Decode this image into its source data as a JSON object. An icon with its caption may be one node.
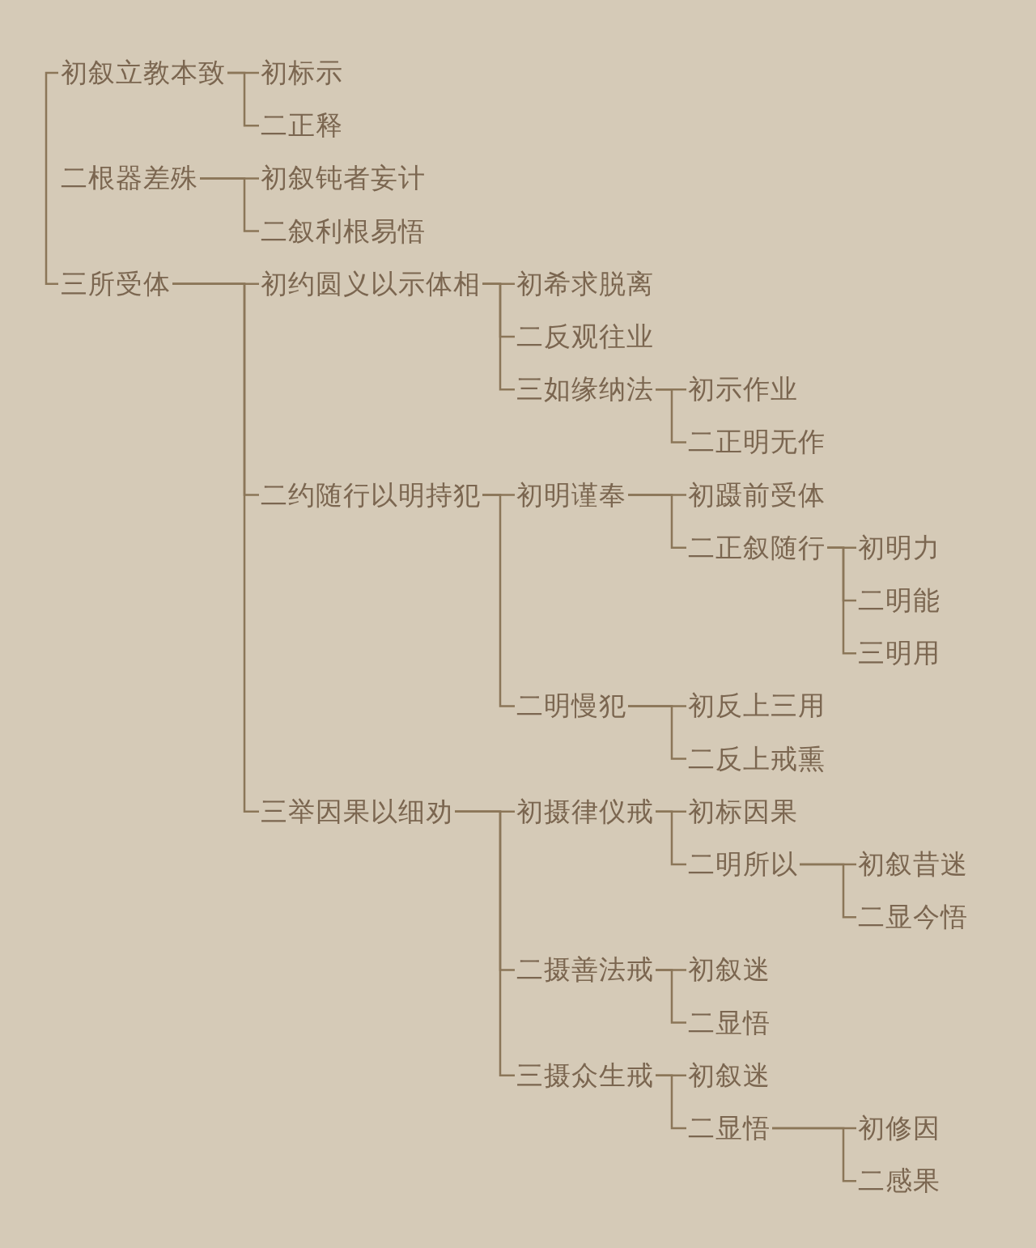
{
  "diagram": {
    "nodes": [
      {
        "text": [
          "初叙立教本致"
        ]
      },
      {
        "text": [
          "初标示"
        ]
      },
      {
        "text": [
          "二正释"
        ]
      },
      {
        "text": [
          "二根器差殊"
        ]
      },
      {
        "text": [
          "初叙钝者妄计"
        ]
      },
      {
        "text": [
          "二叙利根易悟"
        ]
      },
      {
        "text": [
          "三所受体"
        ]
      },
      {
        "text": [
          "初约圆义以示体相"
        ]
      },
      {
        "text": [
          "初希求脱离"
        ]
      },
      {
        "text": [
          "二反观往业"
        ]
      },
      {
        "text": [
          "三如缘纳法"
        ]
      },
      {
        "text": [
          "初示作业"
        ]
      },
      {
        "text": [
          "二正明无作"
        ]
      },
      {
        "text": [
          "二约随行以明持犯"
        ]
      },
      {
        "text": [
          "初明谨奉"
        ]
      },
      {
        "text": [
          "初蹑前受体"
        ]
      },
      {
        "text": [
          "二正叙随行"
        ]
      },
      {
        "text": [
          "初明力"
        ]
      },
      {
        "text": [
          "二明能"
        ]
      },
      {
        "text": [
          "三明用"
        ]
      },
      {
        "text": [
          "二明慢犯"
        ]
      },
      {
        "text": [
          "初反上三用"
        ]
      },
      {
        "text": [
          "二反上戒熏"
        ]
      },
      {
        "text": [
          "三举因果以细劝"
        ]
      },
      {
        "text": [
          "初摄律仪戒"
        ]
      },
      {
        "text": [
          "初标因果"
        ]
      },
      {
        "text": [
          "二明所以"
        ]
      },
      {
        "text": [
          "初叙昔迷"
        ]
      },
      {
        "text": [
          "二显今悟"
        ]
      },
      {
        "text": [
          "二摄善法戒"
        ]
      },
      {
        "text": [
          "初叙迷"
        ]
      },
      {
        "text": [
          "二显悟"
        ]
      },
      {
        "text": [
          "三摄众生戒"
        ]
      },
      {
        "text": [
          "初叙迷"
        ]
      },
      {
        "text": [
          "二显悟"
        ]
      },
      {
        "text": [
          "初修因"
        ]
      },
      {
        "text": [
          "二感果"
        ]
      }
    ],
    "edges": [
      {
        "from": 0,
        "to": 1,
        "arrow": "none"
      },
      {
        "from": 0,
        "to": 2,
        "arrow": "none"
      },
      {
        "from": 3,
        "to": 4,
        "arrow": "none"
      },
      {
        "from": 3,
        "to": 5,
        "arrow": "none"
      },
      {
        "from": 6,
        "to": 7,
        "arrow": "none"
      },
      {
        "from": 6,
        "to": 13,
        "arrow": "none"
      },
      {
        "from": 6,
        "to": 23,
        "arrow": "none"
      },
      {
        "from": 7,
        "to": 8,
        "arrow": "none"
      },
      {
        "from": 7,
        "to": 9,
        "arrow": "none"
      },
      {
        "from": 7,
        "to": 10,
        "arrow": "none"
      },
      {
        "from": 10,
        "to": 11,
        "arrow": "none"
      },
      {
        "from": 10,
        "to": 12,
        "arrow": "none"
      },
      {
        "from": 13,
        "to": 14,
        "arrow": "none"
      },
      {
        "from": 13,
        "to": 20,
        "arrow": "none"
      },
      {
        "from": 14,
        "to": 15,
        "arrow": "none"
      },
      {
        "from": 14,
        "to": 16,
        "arrow": "none"
      },
      {
        "from": 16,
        "to": 17,
        "arrow": "none"
      },
      {
        "from": 16,
        "to": 18,
        "arrow": "none"
      },
      {
        "from": 16,
        "to": 19,
        "arrow": "none"
      },
      {
        "from": 20,
        "to": 21,
        "arrow": "none"
      },
      {
        "from": 20,
        "to": 22,
        "arrow": "none"
      },
      {
        "from": 23,
        "to": 24,
        "arrow": "none"
      },
      {
        "from": 23,
        "to": 29,
        "arrow": "none"
      },
      {
        "from": 23,
        "to": 32,
        "arrow": "none"
      },
      {
        "from": 24,
        "to": 25,
        "arrow": "none"
      },
      {
        "from": 24,
        "to": 26,
        "arrow": "none"
      },
      {
        "from": 26,
        "to": 27,
        "arrow": "none"
      },
      {
        "from": 26,
        "to": 28,
        "arrow": "none"
      },
      {
        "from": 29,
        "to": 30,
        "arrow": "none"
      },
      {
        "from": 29,
        "to": 31,
        "arrow": "none"
      },
      {
        "from": 32,
        "to": 33,
        "arrow": "none"
      },
      {
        "from": 32,
        "to": 34,
        "arrow": "none"
      },
      {
        "from": 34,
        "to": 35,
        "arrow": "none"
      },
      {
        "from": 34,
        "to": 36,
        "arrow": "none"
      }
    ]
  }
}
